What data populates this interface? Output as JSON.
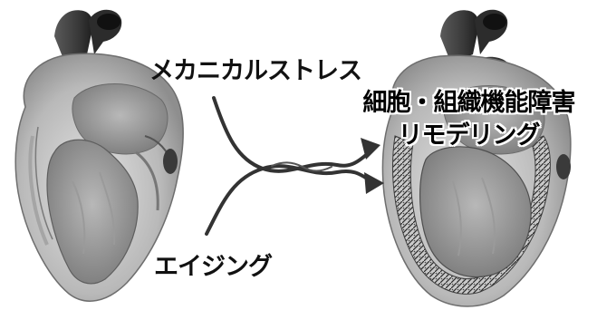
{
  "labels": {
    "mechanical_stress": "メカニカルストレス",
    "aging": "エイジング",
    "result_line1": "細胞・組織機能障害",
    "result_line2": "リモデリング"
  },
  "colors": {
    "arrow": "#333333",
    "heart_dark": "#3a3a3a",
    "heart_mid": "#8c8c8c",
    "heart_light": "#c8c8c8",
    "fibrosis": "#2b2b2b"
  },
  "icons": {
    "left_figure": "normal-heart-cross-section",
    "right_figure": "remodeled-heart-cross-section",
    "arrows": "twisted-double-arrow"
  }
}
